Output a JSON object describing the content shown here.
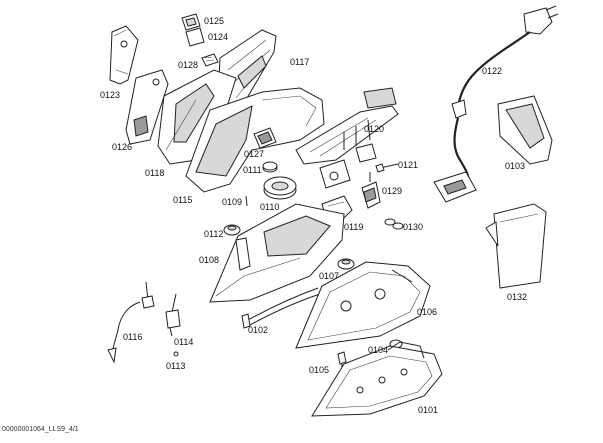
{
  "parts": [
    {
      "id": "p0125",
      "label": "0125"
    },
    {
      "id": "p0124",
      "label": "0124"
    },
    {
      "id": "p0128",
      "label": "0128"
    },
    {
      "id": "p0117",
      "label": "0117"
    },
    {
      "id": "p0122",
      "label": "0122"
    },
    {
      "id": "p0123",
      "label": "0123"
    },
    {
      "id": "p0126",
      "label": "0126"
    },
    {
      "id": "p0118",
      "label": "0118"
    },
    {
      "id": "p0127",
      "label": "0127"
    },
    {
      "id": "p0120",
      "label": "0120"
    },
    {
      "id": "p0103",
      "label": "0103"
    },
    {
      "id": "p0111",
      "label": "0111"
    },
    {
      "id": "p0121",
      "label": "0121"
    },
    {
      "id": "p0115",
      "label": "0115"
    },
    {
      "id": "p0109",
      "label": "0109"
    },
    {
      "id": "p0110",
      "label": "0110"
    },
    {
      "id": "p0129",
      "label": "0129"
    },
    {
      "id": "p0112",
      "label": "0112"
    },
    {
      "id": "p0119",
      "label": "0119"
    },
    {
      "id": "p0130",
      "label": "0130"
    },
    {
      "id": "p0108",
      "label": "0108"
    },
    {
      "id": "p0107",
      "label": "0107"
    },
    {
      "id": "p0132",
      "label": "0132"
    },
    {
      "id": "p0116",
      "label": "0116"
    },
    {
      "id": "p0114",
      "label": "0114"
    },
    {
      "id": "p0102",
      "label": "0102"
    },
    {
      "id": "p0106",
      "label": "0106"
    },
    {
      "id": "p0104",
      "label": "0104"
    },
    {
      "id": "p0113",
      "label": "0113"
    },
    {
      "id": "p0105",
      "label": "0105"
    },
    {
      "id": "p0101",
      "label": "0101"
    }
  ],
  "footer": "00000001064_LLS9_4/1"
}
